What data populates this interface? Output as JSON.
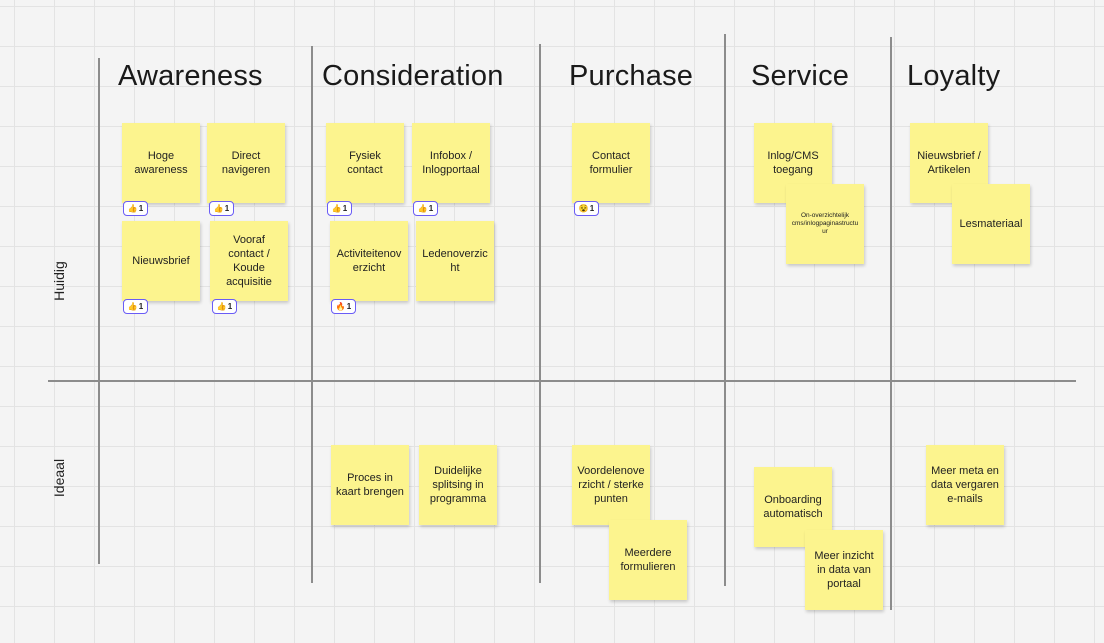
{
  "columns": [
    "Awareness",
    "Consideration",
    "Purchase",
    "Service",
    "Loyalty"
  ],
  "rows": [
    "Huidig",
    "Ideaal"
  ],
  "notes": {
    "hoge_awareness": "Hoge awareness",
    "direct_navigeren": "Direct navigeren",
    "nieuwsbrief": "Nieuwsbrief",
    "vooraf_contact": "Vooraf contact / Koude acquisitie",
    "fysiek_contact": "Fysiek contact",
    "infobox": "Infobox / Inlogportaal",
    "activiteiten": "Activiteitenoverzicht",
    "ledenoverzicht": "Ledenoverzicht",
    "contact_formulier": "Contact formulier",
    "inlog_cms": "Inlog/CMS toegang",
    "on_overzichtelijk": "On-overzichtelijk cms/inlogpaginastructuur",
    "nieuwsbrief_artikelen": "Nieuwsbrief / Artikelen",
    "lesmateriaal": "Lesmateriaal",
    "proces_in_kaart": "Proces in kaart brengen",
    "duidelijke_splitsing": "Duidelijke splitsing in programma",
    "voordelenoverzicht": "Voordelenoverzicht / sterke punten",
    "meerdere_formulieren": "Meerdere formulieren",
    "onboarding": "Onboarding automatisch",
    "meer_inzicht": "Meer inzicht in data van portaal",
    "meer_meta": "Meer meta en data vergaren e-mails"
  },
  "reactions": {
    "thumbs": "👍",
    "fire": "🔥",
    "face": "😵",
    "count": "1"
  },
  "colors": {
    "sticky": "#fcf48e",
    "reaction_border": "#6a5cf6",
    "divider": "#8c8c8c"
  }
}
